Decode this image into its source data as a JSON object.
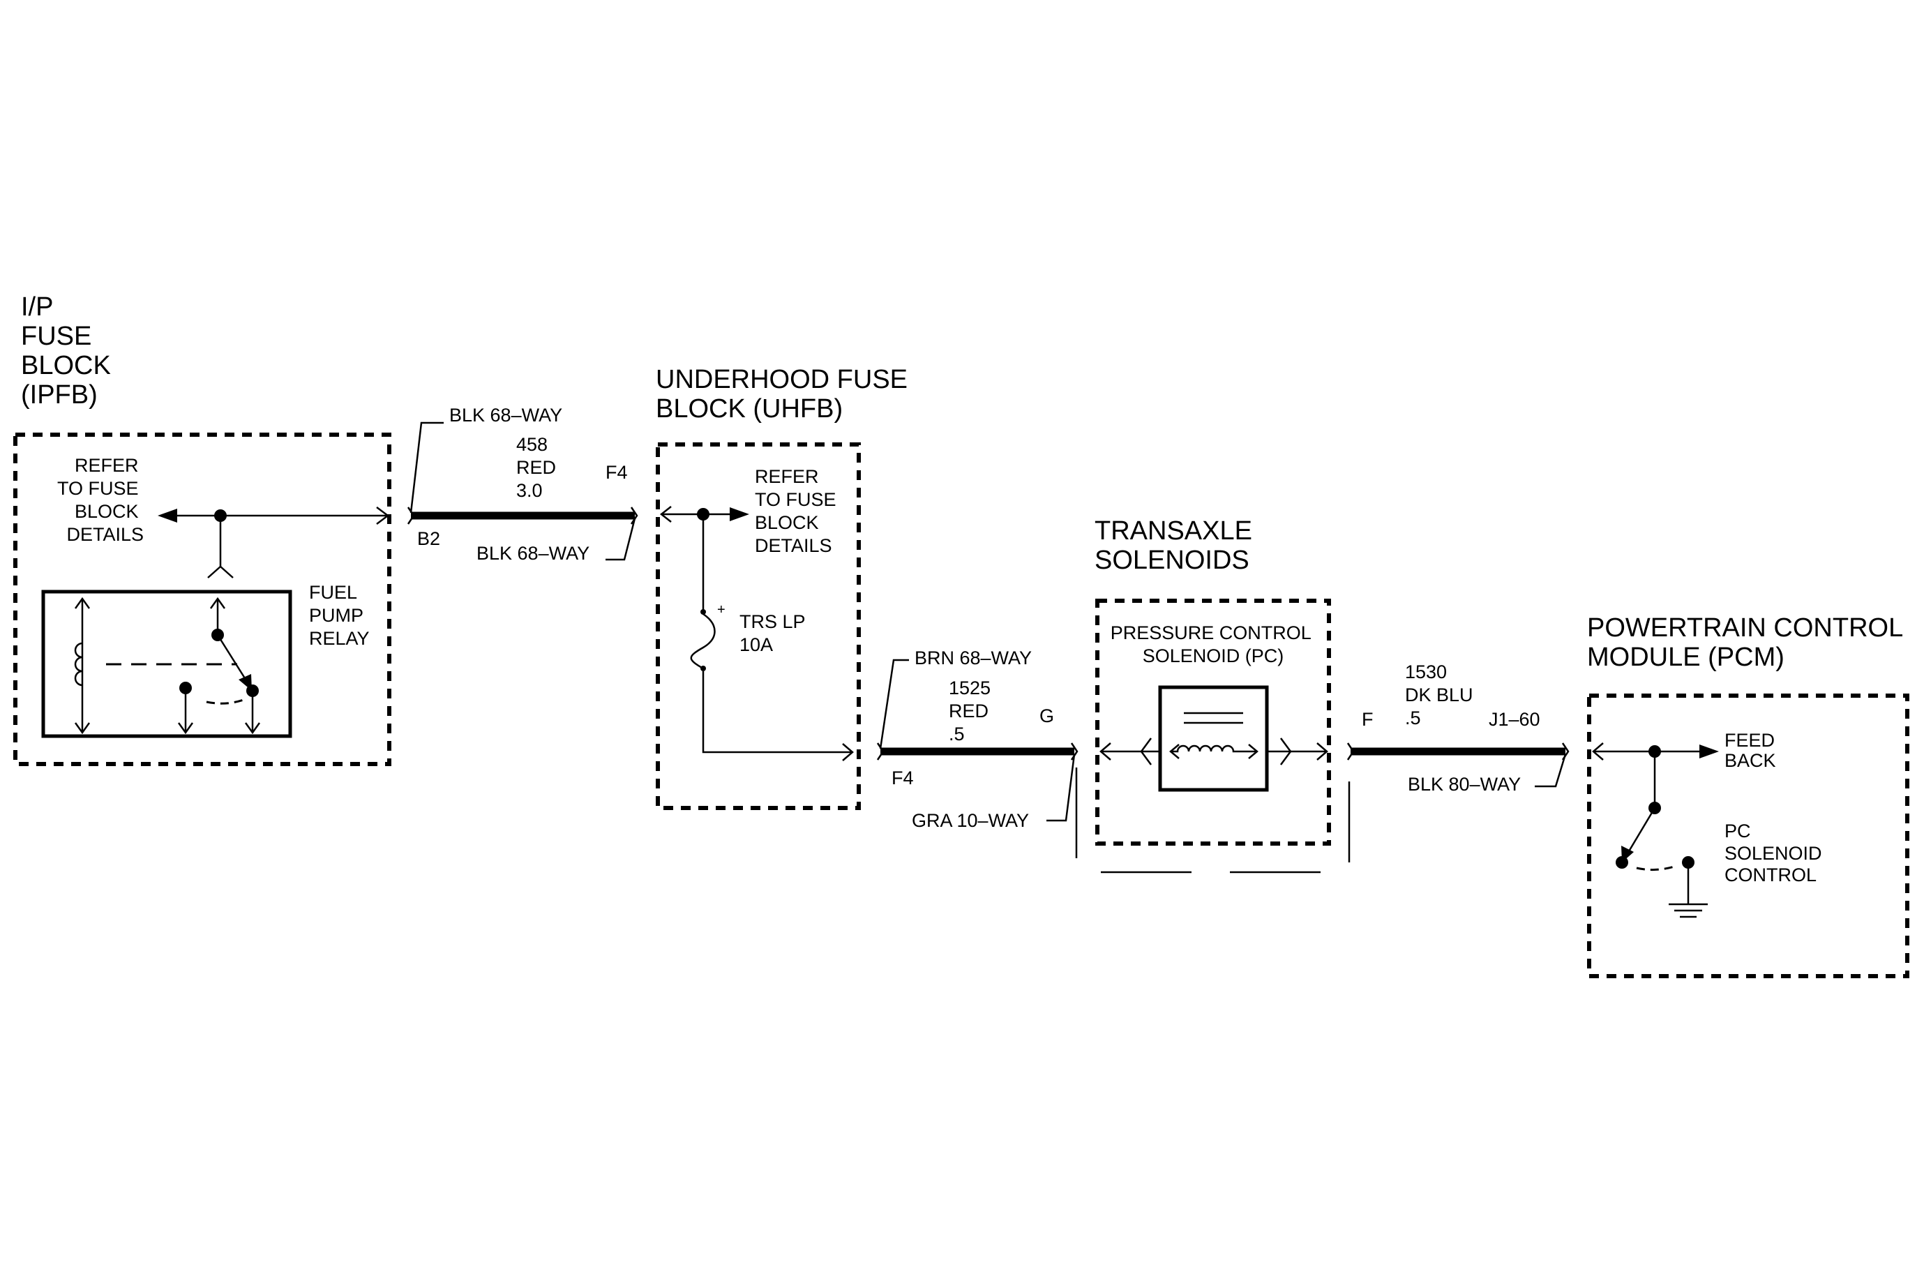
{
  "components": {
    "ipfb": {
      "title": [
        "I/P",
        "FUSE",
        "BLOCK",
        "(IPFB)"
      ],
      "refer": [
        "REFER",
        "TO FUSE",
        "BLOCK",
        "DETAILS"
      ],
      "relay_label": [
        "FUEL",
        "PUMP",
        "RELAY"
      ]
    },
    "uhfb": {
      "title": [
        "UNDERHOOD FUSE",
        "BLOCK (UHFB)"
      ],
      "refer": [
        "REFER",
        "TO FUSE",
        "BLOCK",
        "DETAILS"
      ],
      "fuse_label": [
        "TRS LP",
        "10A"
      ],
      "fuse_plus": "+"
    },
    "trans": {
      "title": [
        "TRANSAXLE",
        "SOLENOIDS"
      ],
      "solenoid_label": [
        "PRESSURE CONTROL",
        "SOLENOID (PC)"
      ]
    },
    "pcm": {
      "title": [
        "POWERTRAIN CONTROL",
        "MODULE (PCM)"
      ],
      "feedback": [
        "FEED",
        "BACK"
      ],
      "control": [
        "PC",
        "SOLENOID",
        "CONTROL"
      ]
    }
  },
  "wires": {
    "w458": {
      "top_connector": "BLK 68–WAY",
      "circuit": "458",
      "color": "RED",
      "gauge": "3.0",
      "left_pin": "B2",
      "right_pin": "F4",
      "bottom_connector": "BLK 68–WAY"
    },
    "w1525": {
      "top_connector": "BRN 68–WAY",
      "circuit": "1525",
      "color": "RED",
      "gauge": ".5",
      "left_pin": "F4",
      "right_pin": "G",
      "bottom_connector": "GRA 10–WAY"
    },
    "w1530": {
      "circuit": "1530",
      "color": "DK BLU",
      "gauge": ".5",
      "left_pin": "F",
      "right_pin": "J1–60",
      "bottom_connector": "BLK 80–WAY"
    }
  }
}
